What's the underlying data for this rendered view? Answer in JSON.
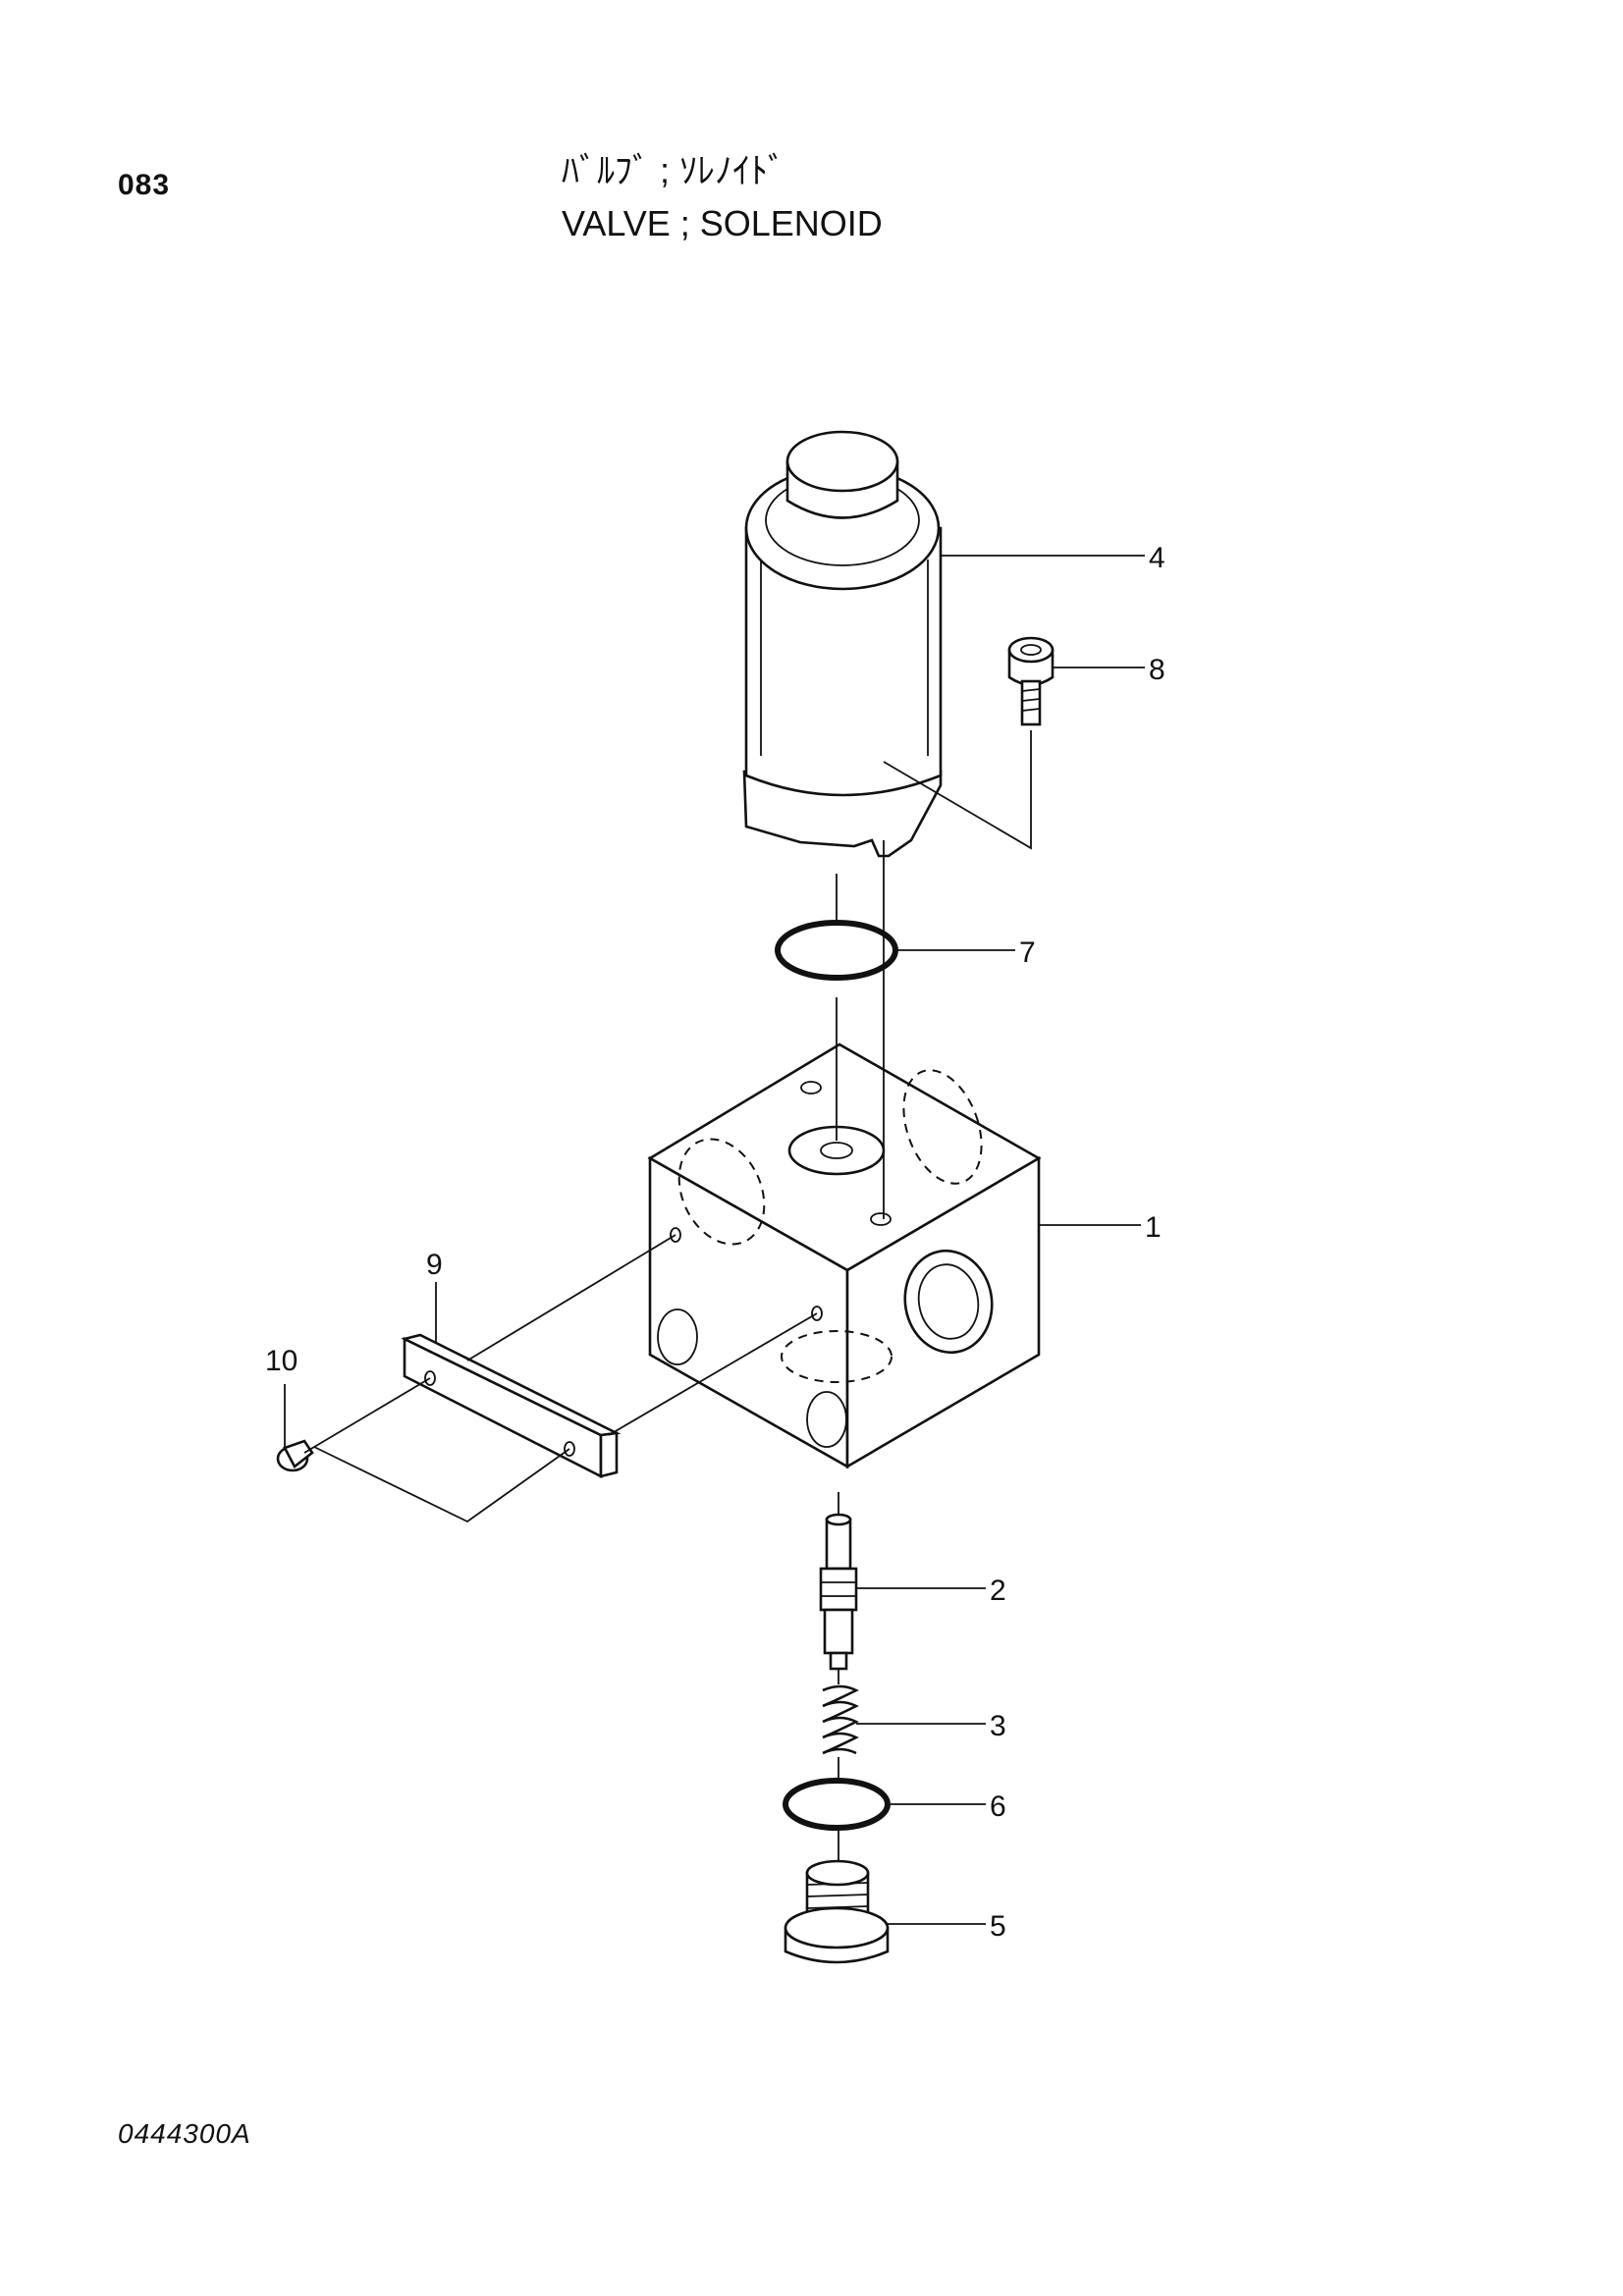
{
  "header": {
    "page_number": "083",
    "title_jp": "ﾊﾞﾙﾌﾞ ; ｿﾚﾉｲﾄﾞ",
    "title_en": "VALVE ; SOLENOID"
  },
  "footer": {
    "drawing_code": "0444300A"
  },
  "callouts": [
    {
      "id": "1",
      "label": "1"
    },
    {
      "id": "2",
      "label": "2"
    },
    {
      "id": "3",
      "label": "3"
    },
    {
      "id": "4",
      "label": "4"
    },
    {
      "id": "5",
      "label": "5"
    },
    {
      "id": "6",
      "label": "6"
    },
    {
      "id": "7",
      "label": "7"
    },
    {
      "id": "8",
      "label": "8"
    },
    {
      "id": "9",
      "label": "9"
    },
    {
      "id": "10",
      "label": "10"
    }
  ],
  "colors": {
    "line": "#111111",
    "background": "#ffffff"
  }
}
